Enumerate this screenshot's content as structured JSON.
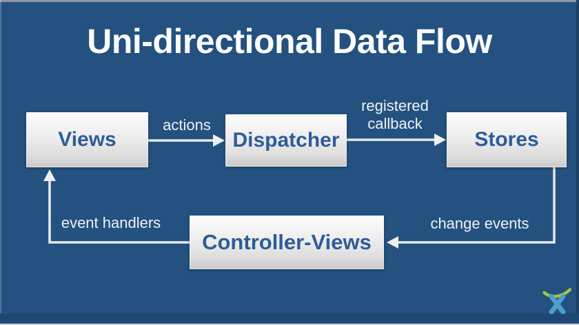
{
  "slide": {
    "title": "Uni-directional Data Flow"
  },
  "diagram": {
    "nodes": [
      {
        "id": "views",
        "label": "Views"
      },
      {
        "id": "dispatcher",
        "label": "Dispatcher"
      },
      {
        "id": "stores",
        "label": "Stores"
      },
      {
        "id": "controller_views",
        "label": "Controller-Views"
      }
    ],
    "edges": [
      {
        "from": "views",
        "to": "dispatcher",
        "label": "actions"
      },
      {
        "from": "dispatcher",
        "to": "stores",
        "label": "registered callback"
      },
      {
        "from": "stores",
        "to": "controller_views",
        "label": "change events"
      },
      {
        "from": "controller_views",
        "to": "views",
        "label": "event handlers"
      }
    ]
  },
  "logo": {
    "name": "atlassian-charlie-logo"
  },
  "colors": {
    "background": "#24517F",
    "bottom_band": "#1E4871",
    "node_gradient_top": "#FCFCFC",
    "node_gradient_bottom": "#C9C9C9",
    "node_text": "#2E5C99",
    "title_text": "#FBFCFD",
    "arrow": "#E9EAEA",
    "logo_green": "#A2C83C",
    "logo_blue": "#4F9CCD"
  }
}
